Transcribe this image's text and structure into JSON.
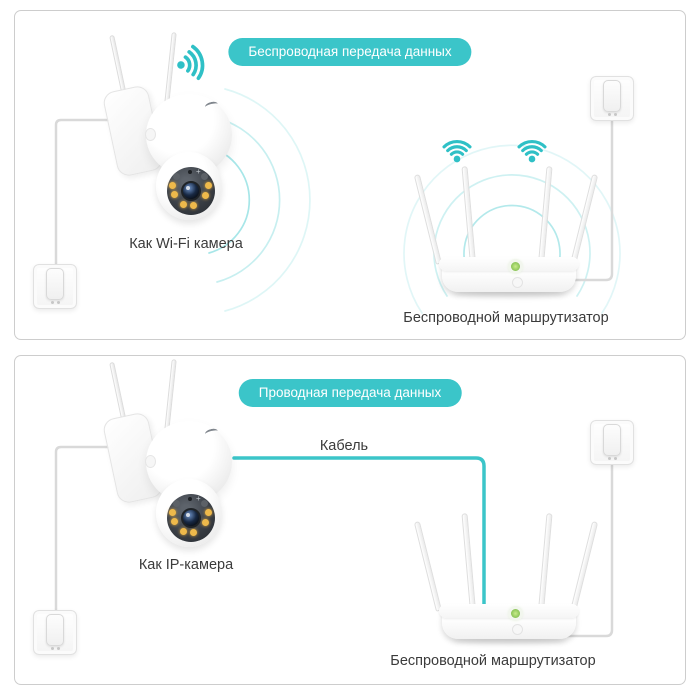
{
  "colors": {
    "accent_teal": "#3bc5c9",
    "signal_arc": "#8adde0",
    "power_cable_gray": "#d9d9d9",
    "router_led_green": "#7ac943",
    "text": "#3b3b3b",
    "panel_border": "#cdcdcd"
  },
  "panels": [
    {
      "id": "wireless",
      "badge_label": "Беспроводная передача данных",
      "camera_label": "Как Wi-Fi камера",
      "router_label": "Беспроводной маршрутизатор",
      "icons": [
        "wifi-signal-icon"
      ]
    },
    {
      "id": "wired",
      "badge_label": "Проводная передача данных",
      "cable_label": "Кабель",
      "camera_label": "Как IP-камера",
      "router_label": "Беспроводной маршрутизатор"
    }
  ]
}
